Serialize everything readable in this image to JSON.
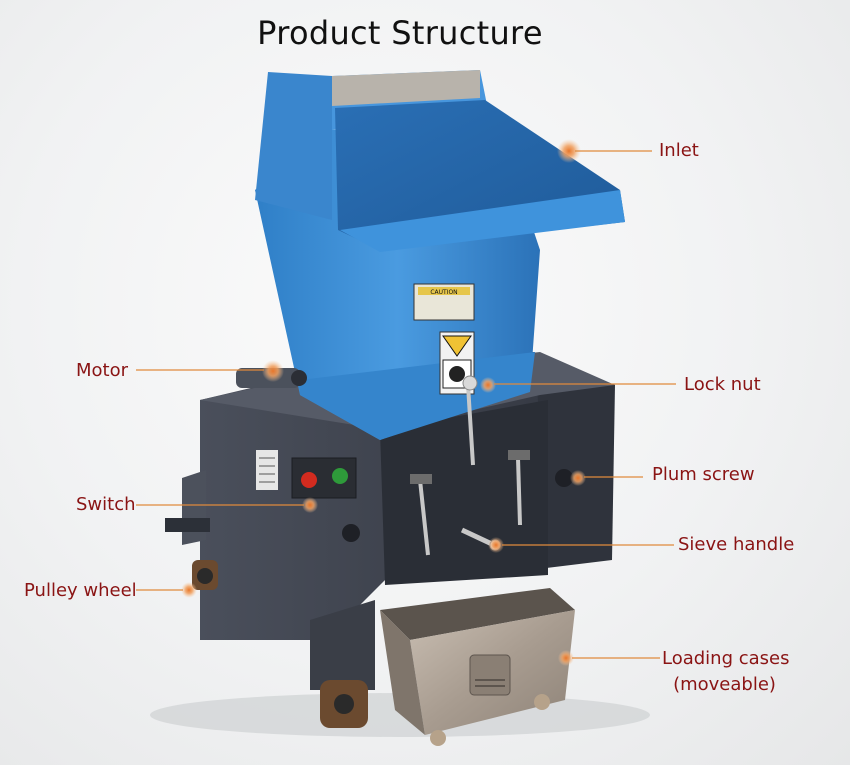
{
  "title": "Product Structure",
  "colors": {
    "label_text": "#8a1414",
    "leader_line": "#e08a3c",
    "marker_dot": "#e8762a",
    "hopper_blue": "#3d8fd6",
    "body_gray": "#3f4450",
    "steel": "#b9aea2"
  },
  "labels": {
    "inlet": "Inlet",
    "motor": "Motor",
    "lock_nut": "Lock nut",
    "plum_screw": "Plum screw",
    "switch": "Switch",
    "sieve_handle": "Sieve handle",
    "pulley_wheel": "Pulley wheel",
    "loading_cases_line1": "Loading cases",
    "loading_cases_line2": "(moveable)"
  },
  "machine": {
    "hopper_sticker_text": "CAUTION",
    "hazard_icon": "hand-crush-hazard-icon",
    "button_left_color": "#d22b1f",
    "button_right_color": "#2e9a3a"
  }
}
